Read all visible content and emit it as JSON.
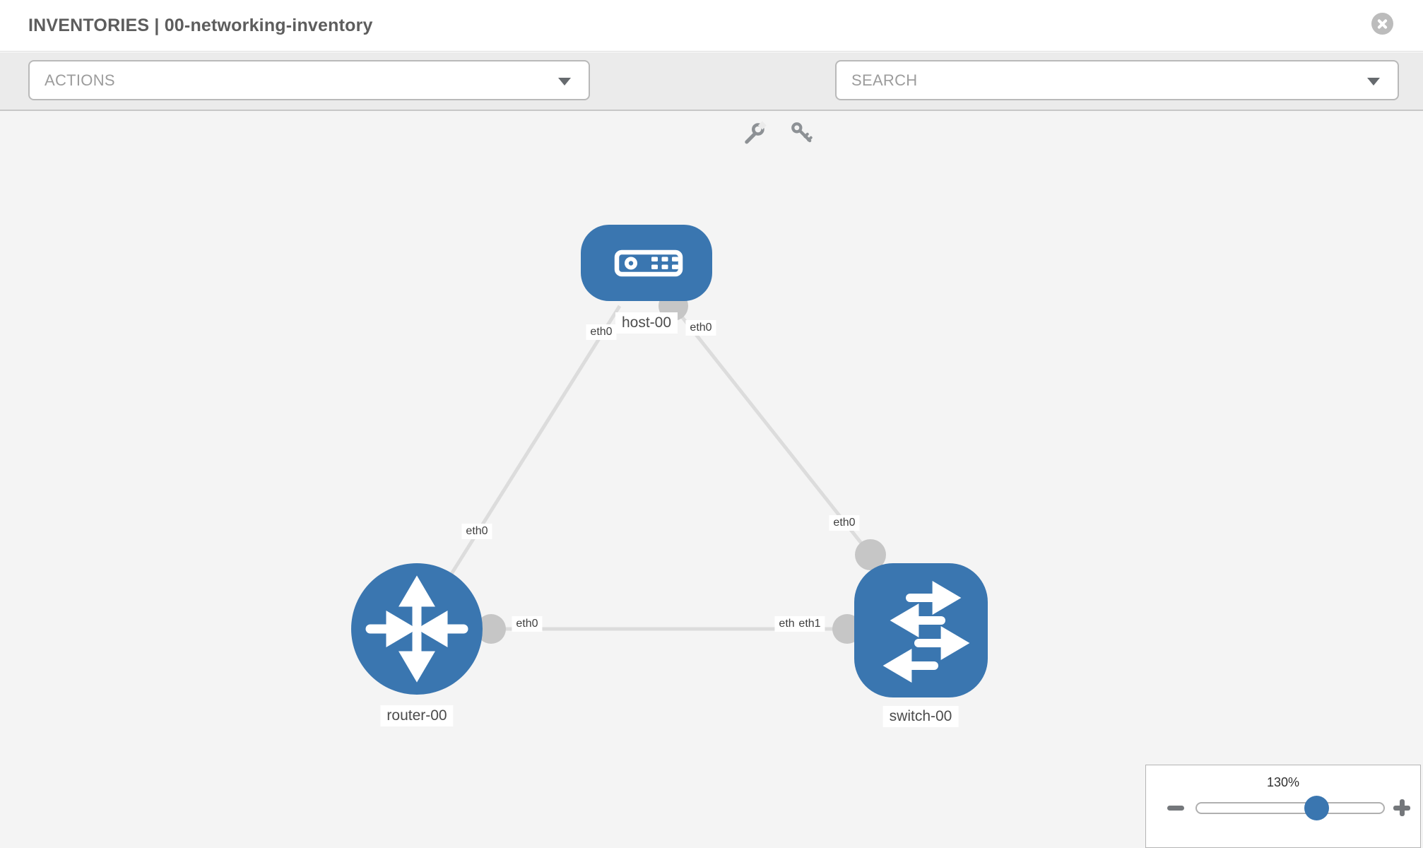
{
  "header": {
    "title": "INVENTORIES | 00-networking-inventory"
  },
  "toolbar": {
    "actions_label": "ACTIONS",
    "search_label": "SEARCH",
    "icons": [
      "wrench-icon",
      "key-icon"
    ]
  },
  "topology": {
    "nodes": [
      {
        "id": "host-00",
        "type": "host",
        "label": "host-00"
      },
      {
        "id": "router-00",
        "type": "router",
        "label": "router-00"
      },
      {
        "id": "switch-00",
        "type": "switch",
        "label": "switch-00"
      }
    ],
    "links": [
      {
        "from": "host-00",
        "from_if": "eth0",
        "to": "router-00",
        "to_if": "eth0"
      },
      {
        "from": "host-00",
        "from_if": "eth0",
        "to": "switch-00",
        "to_if": "eth0"
      },
      {
        "from": "router-00",
        "from_if": "eth0",
        "to": "switch-00",
        "to_if": "eth1",
        "to_if_occluded": "eth0"
      }
    ],
    "colors": {
      "node_blue": "#3a76b0",
      "link_gray": "#dcdcdc",
      "interface_dot_gray": "#c6c6c6"
    }
  },
  "zoom_control": {
    "value": "130%"
  }
}
